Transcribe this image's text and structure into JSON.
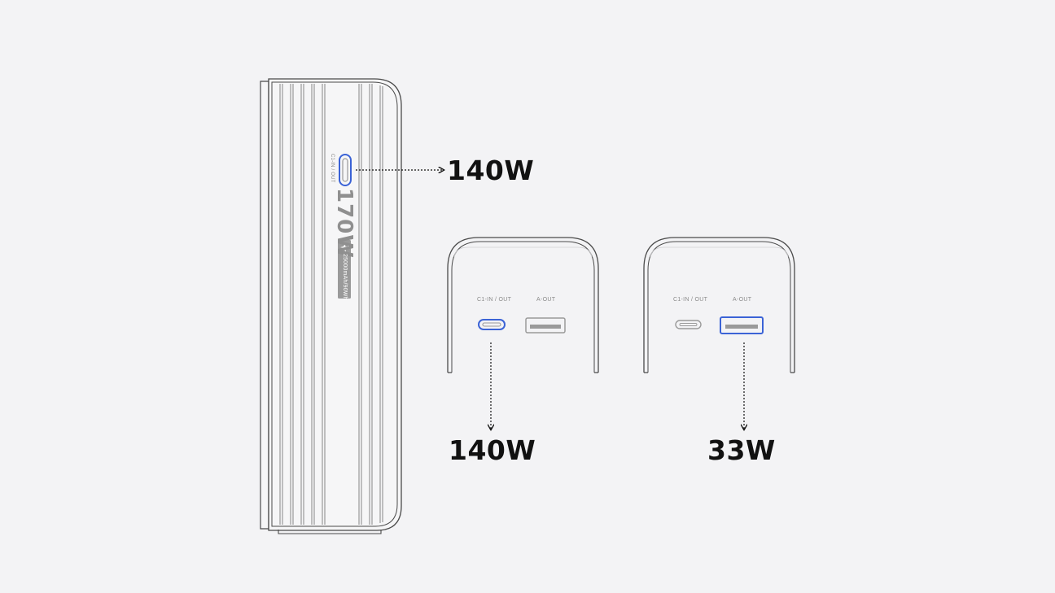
{
  "colors": {
    "background": "#f3f3f5",
    "outline": "#4a4a4a",
    "highlight": "#3b63d6",
    "port_gray": "#9a9a9a",
    "text": "#111111"
  },
  "side_view": {
    "port_label": "C1-IN / OUT",
    "power_rating": "170W",
    "capacity_label": "25000mAh/90Wh",
    "badge_icon": "airplane-icon",
    "callout_watt": "140W"
  },
  "front_view_left": {
    "port_c_label": "C1-IN / OUT",
    "port_a_label": "A-OUT",
    "highlighted_port": "C1",
    "callout_watt": "140W"
  },
  "front_view_right": {
    "port_c_label": "C1-IN / OUT",
    "port_a_label": "A-OUT",
    "highlighted_port": "A",
    "callout_watt": "33W"
  }
}
